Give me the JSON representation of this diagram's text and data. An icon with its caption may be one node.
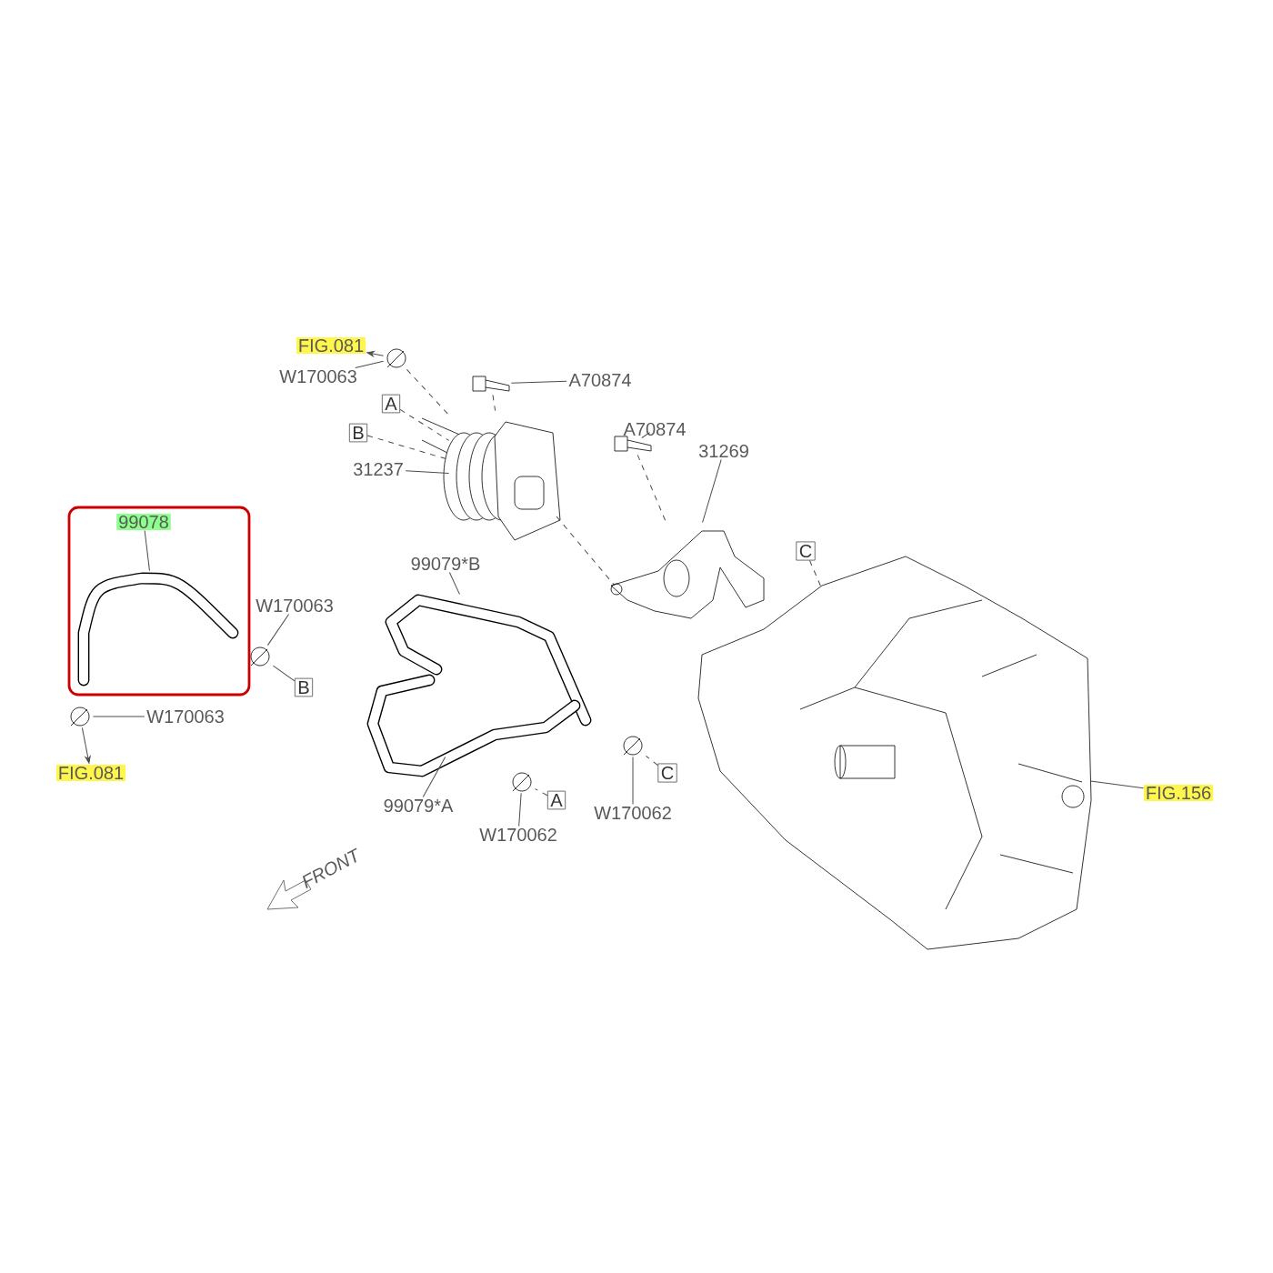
{
  "diagram": {
    "nodes": [
      {
        "text": [
          "FIG.081"
        ]
      },
      {
        "text": [],
        "shape": "picture"
      },
      {
        "text": [
          "W170063"
        ]
      },
      {
        "text": [],
        "shape": "picture"
      },
      {
        "text": [
          "A70874"
        ]
      },
      {
        "text": [
          "A"
        ]
      },
      {
        "text": [
          "B"
        ]
      },
      {
        "text": [
          "A70874"
        ]
      },
      {
        "text": [],
        "shape": "picture"
      },
      {
        "text": [
          "31269"
        ]
      },
      {
        "text": [
          "31237"
        ]
      },
      {
        "text": [],
        "shape": "picture"
      },
      {
        "text": [],
        "shape": "box"
      },
      {
        "text": [
          "99078"
        ],
        "in": 12
      },
      {
        "text": [],
        "shape": "picture",
        "in": 12
      },
      {
        "text": [],
        "shape": "picture"
      },
      {
        "text": [
          "C"
        ]
      },
      {
        "text": [
          "99079*B"
        ]
      },
      {
        "text": [
          "W170063"
        ]
      },
      {
        "text": [],
        "shape": "picture"
      },
      {
        "text": [],
        "shape": "picture"
      },
      {
        "text": [
          "B"
        ]
      },
      {
        "text": [],
        "shape": "picture"
      },
      {
        "text": [
          "W170063"
        ]
      },
      {
        "text": [],
        "shape": "picture"
      },
      {
        "text": [],
        "shape": "picture"
      },
      {
        "text": [],
        "shape": "picture"
      },
      {
        "text": [],
        "shape": "picture"
      },
      {
        "text": [
          "FIG.081"
        ]
      },
      {
        "text": [
          "C"
        ]
      },
      {
        "text": [
          "A"
        ]
      },
      {
        "text": [
          "FIG.156"
        ]
      },
      {
        "text": [
          "99079*A"
        ]
      },
      {
        "text": [
          "W170062"
        ]
      },
      {
        "text": [
          "W170062"
        ]
      }
    ],
    "edges": [
      {
        "from": 1,
        "to": 0,
        "arrow": "to"
      },
      {
        "from": 2,
        "to": 1,
        "arrow": "none"
      },
      {
        "from": 4,
        "to": 3,
        "arrow": "none"
      },
      {
        "from": 5,
        "to": 11,
        "arrow": "none",
        "style": "dashed"
      },
      {
        "from": 6,
        "to": 11,
        "arrow": "none",
        "style": "dashed"
      },
      {
        "from": 7,
        "to": 8,
        "arrow": "none"
      },
      {
        "from": 9,
        "to": 15,
        "arrow": "none"
      },
      {
        "from": 10,
        "to": 11,
        "arrow": "none"
      },
      {
        "from": 13,
        "to": 14,
        "arrow": "none"
      },
      {
        "from": 17,
        "to": 19,
        "arrow": "none"
      },
      {
        "from": 18,
        "to": 20,
        "arrow": "none"
      },
      {
        "from": 21,
        "to": 20,
        "arrow": "none"
      },
      {
        "from": 24,
        "to": 28,
        "arrow": "to"
      },
      {
        "from": 23,
        "to": 24,
        "arrow": "none"
      },
      {
        "from": 33,
        "to": 25,
        "arrow": "none"
      },
      {
        "from": 34,
        "to": 26,
        "arrow": "none"
      },
      {
        "from": 29,
        "to": 25,
        "arrow": "none",
        "style": "dashed"
      },
      {
        "from": 30,
        "to": 26,
        "arrow": "none",
        "style": "dashed"
      },
      {
        "from": 16,
        "to": 27,
        "arrow": "none",
        "style": "dashed"
      },
      {
        "from": 31,
        "to": 27,
        "arrow": "none"
      },
      {
        "from": 32,
        "to": 22,
        "arrow": "none"
      },
      {
        "from": 3,
        "to": 11,
        "arrow": "none",
        "style": "dashed"
      },
      {
        "from": 1,
        "to": 11,
        "arrow": "none",
        "style": "dashed"
      },
      {
        "from": 11,
        "to": 15,
        "arrow": "none",
        "style": "dashed"
      },
      {
        "from": 8,
        "to": 15,
        "arrow": "none",
        "style": "dashed"
      }
    ],
    "labels": [
      "FRONT"
    ]
  }
}
